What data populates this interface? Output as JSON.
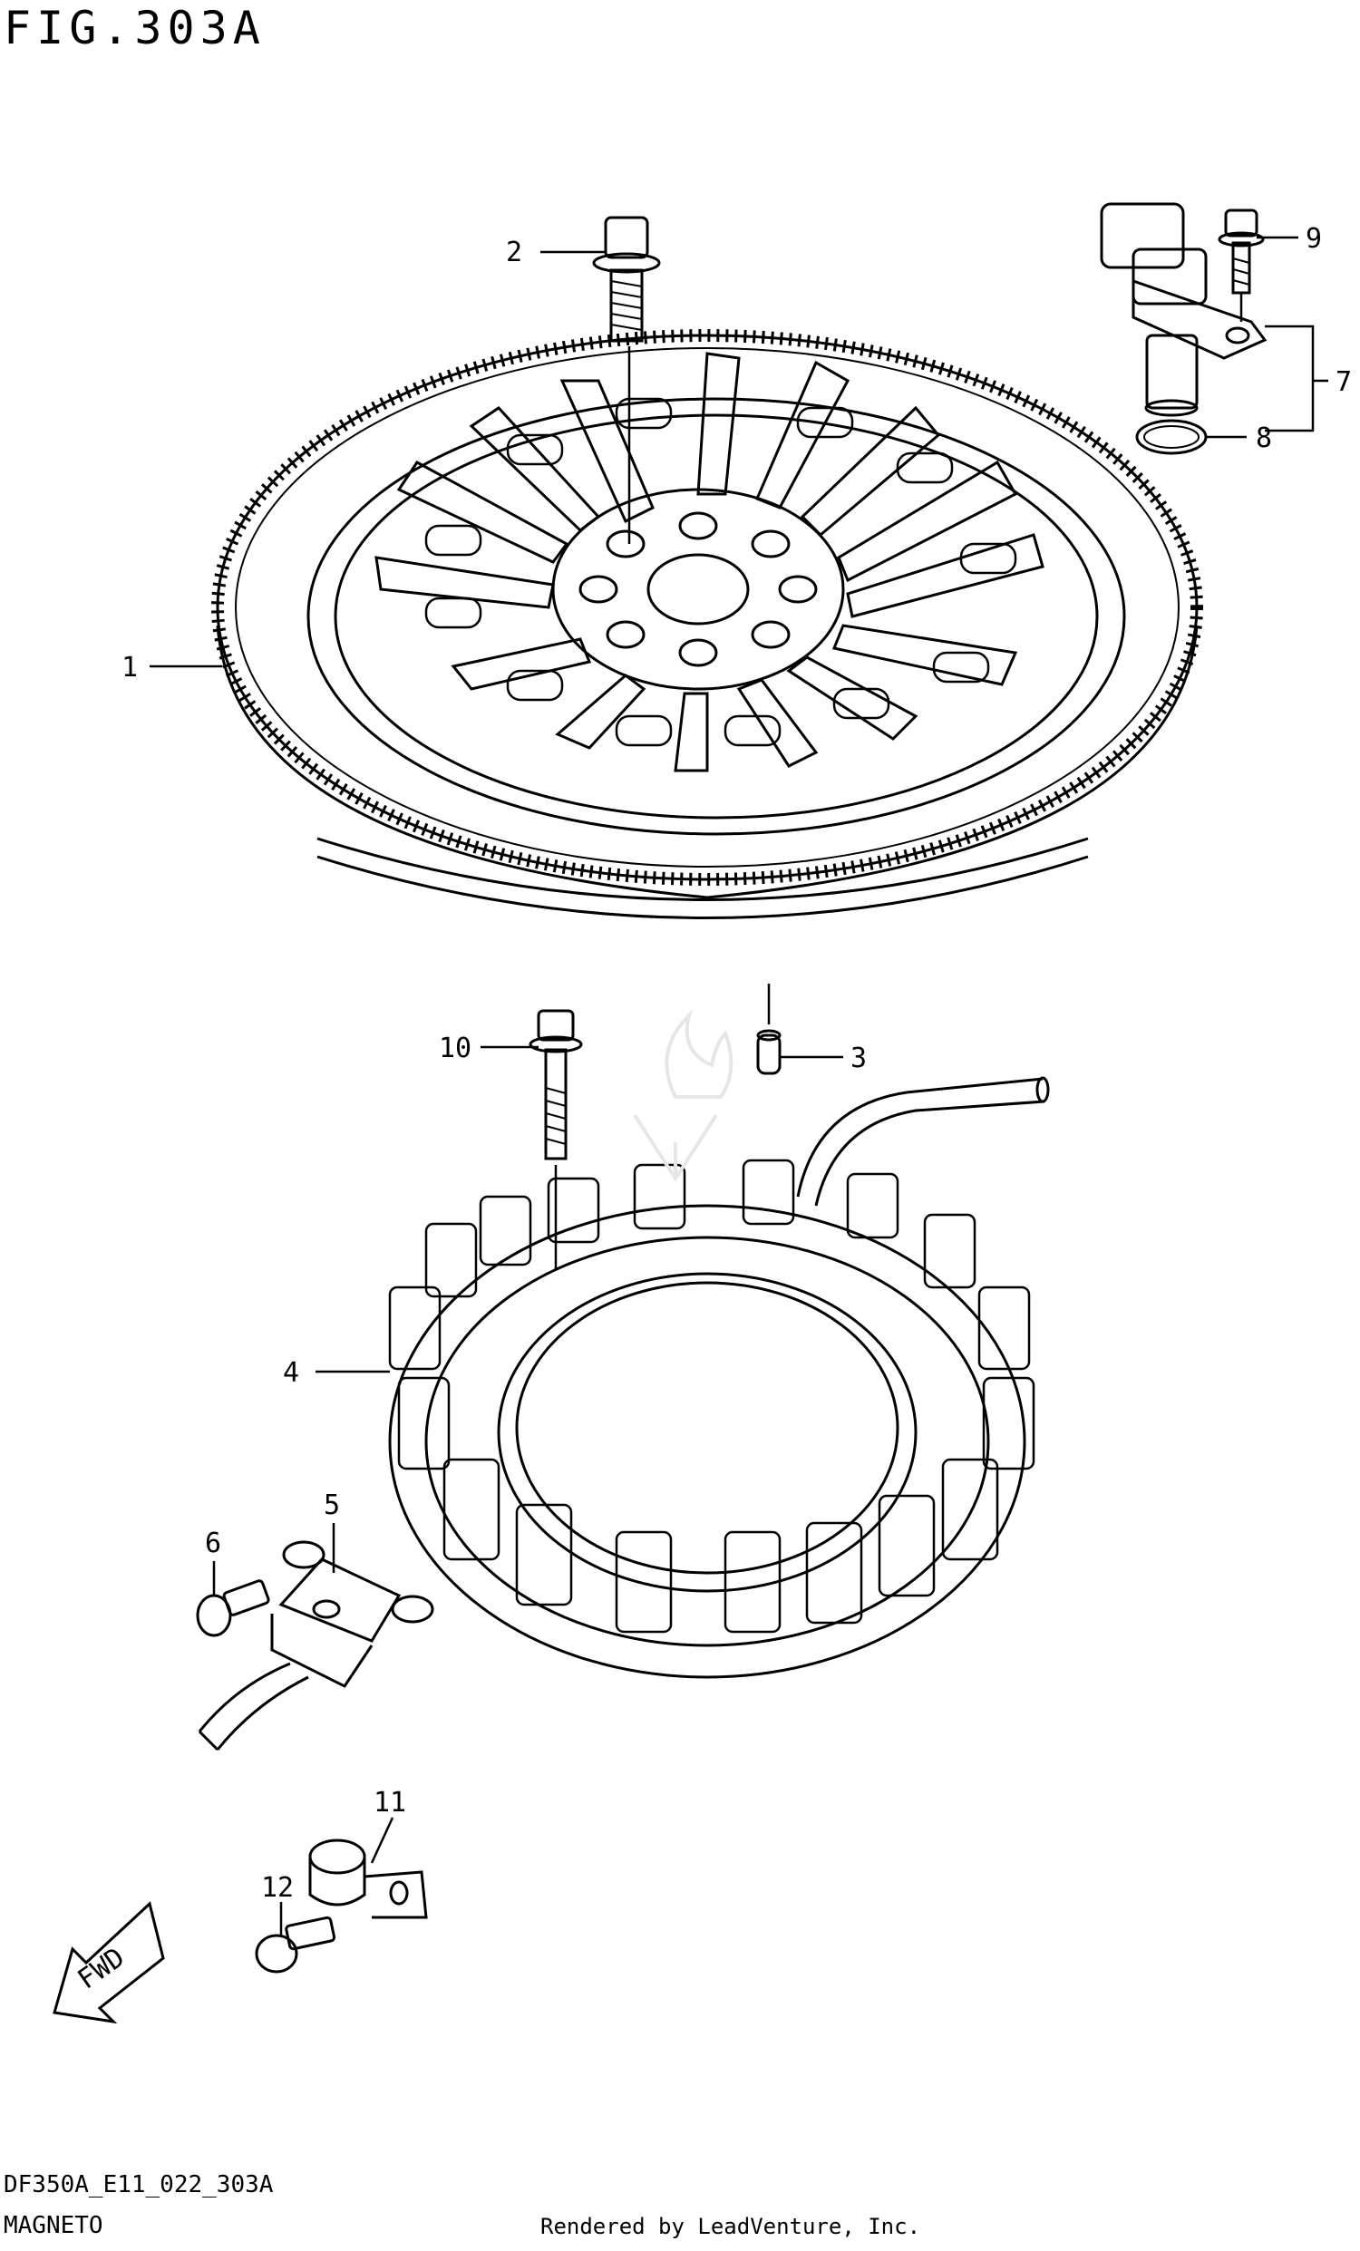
{
  "figure": {
    "title": "FIG.303A",
    "code": "DF350A_E11_022_303A",
    "section": "MAGNETO",
    "credit": "Rendered by LeadVenture, Inc."
  },
  "callouts": [
    "1",
    "2",
    "3",
    "4",
    "5",
    "6",
    "7",
    "8",
    "9",
    "10",
    "11",
    "12"
  ],
  "fwd_label": "FWD",
  "colors": {
    "line": "#000000",
    "background": "#ffffff"
  }
}
